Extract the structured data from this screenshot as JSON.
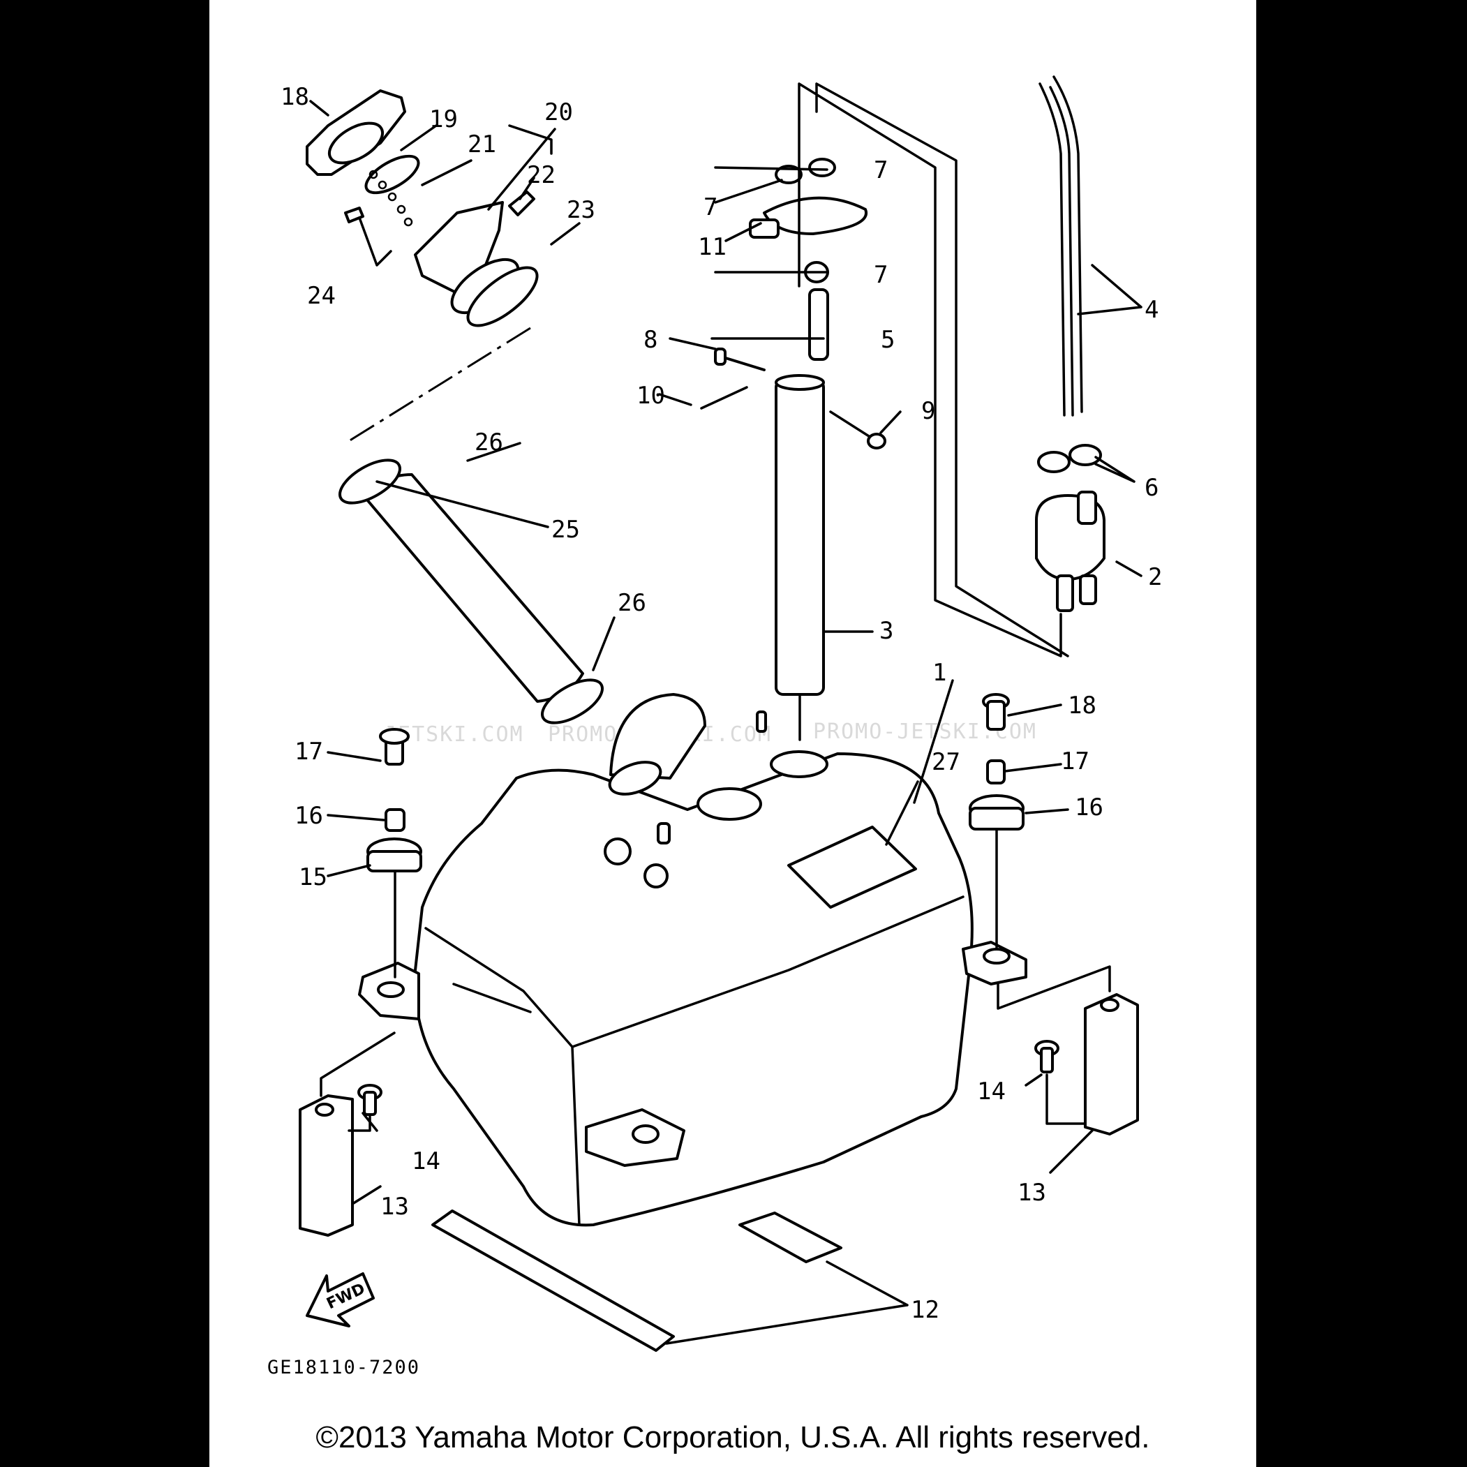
{
  "diagram": {
    "drawing_code": "GE18110-7200",
    "forward_label": "FWD",
    "watermarks": [
      "JETSKI.COM",
      "PROMO-JETSKI.COM",
      "PROMO-JETSKI.COM"
    ],
    "callouts": {
      "c1": "1",
      "c2": "2",
      "c3": "3",
      "c4": "4",
      "c5": "5",
      "c6": "6",
      "c7a": "7",
      "c7b": "7",
      "c7c": "7",
      "c8": "8",
      "c9": "9",
      "c10": "10",
      "c11": "11",
      "c12": "12",
      "c13a": "13",
      "c13b": "13",
      "c14a": "14",
      "c14b": "14",
      "c15": "15",
      "c16a": "16",
      "c16b": "16",
      "c17a": "17",
      "c17b": "17",
      "c18a": "18",
      "c18b": "18",
      "c19": "19",
      "c20": "20",
      "c21": "21",
      "c22": "22",
      "c23": "23",
      "c24": "24",
      "c25": "25",
      "c26a": "26",
      "c26b": "26",
      "c27": "27"
    }
  },
  "footer": {
    "copyright": "©2013 Yamaha Motor Corporation, U.S.A. All rights reserved."
  }
}
